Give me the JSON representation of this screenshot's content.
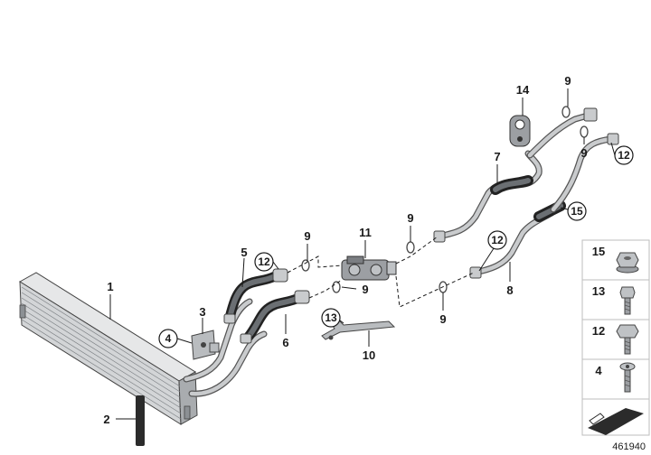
{
  "callouts": {
    "c1": "1",
    "c2": "2",
    "c3": "3",
    "c4": "4",
    "c5": "5",
    "c6": "6",
    "c7": "7",
    "c8": "8",
    "c9a": "9",
    "c9b": "9",
    "c9c": "9",
    "c9d": "9",
    "c9e": "9",
    "c9f": "9",
    "c10": "10",
    "c11": "11",
    "c12a": "12",
    "c12b": "12",
    "c12c": "12",
    "c13": "13",
    "c14": "14",
    "c15": "15"
  },
  "legend": [
    {
      "label": "15",
      "icon": "flange-nut-icon"
    },
    {
      "label": "13",
      "icon": "flange-bolt-icon"
    },
    {
      "label": "12",
      "icon": "hex-bolt-icon"
    },
    {
      "label": "4",
      "icon": "torx-screw-icon"
    },
    {
      "label": "",
      "icon": "pad-icon"
    }
  ],
  "diagram_id": "461940",
  "colors": {
    "hose": "#c9cbcd",
    "rubber": "#222222",
    "outline": "#555555",
    "text": "#1a1a1a"
  }
}
